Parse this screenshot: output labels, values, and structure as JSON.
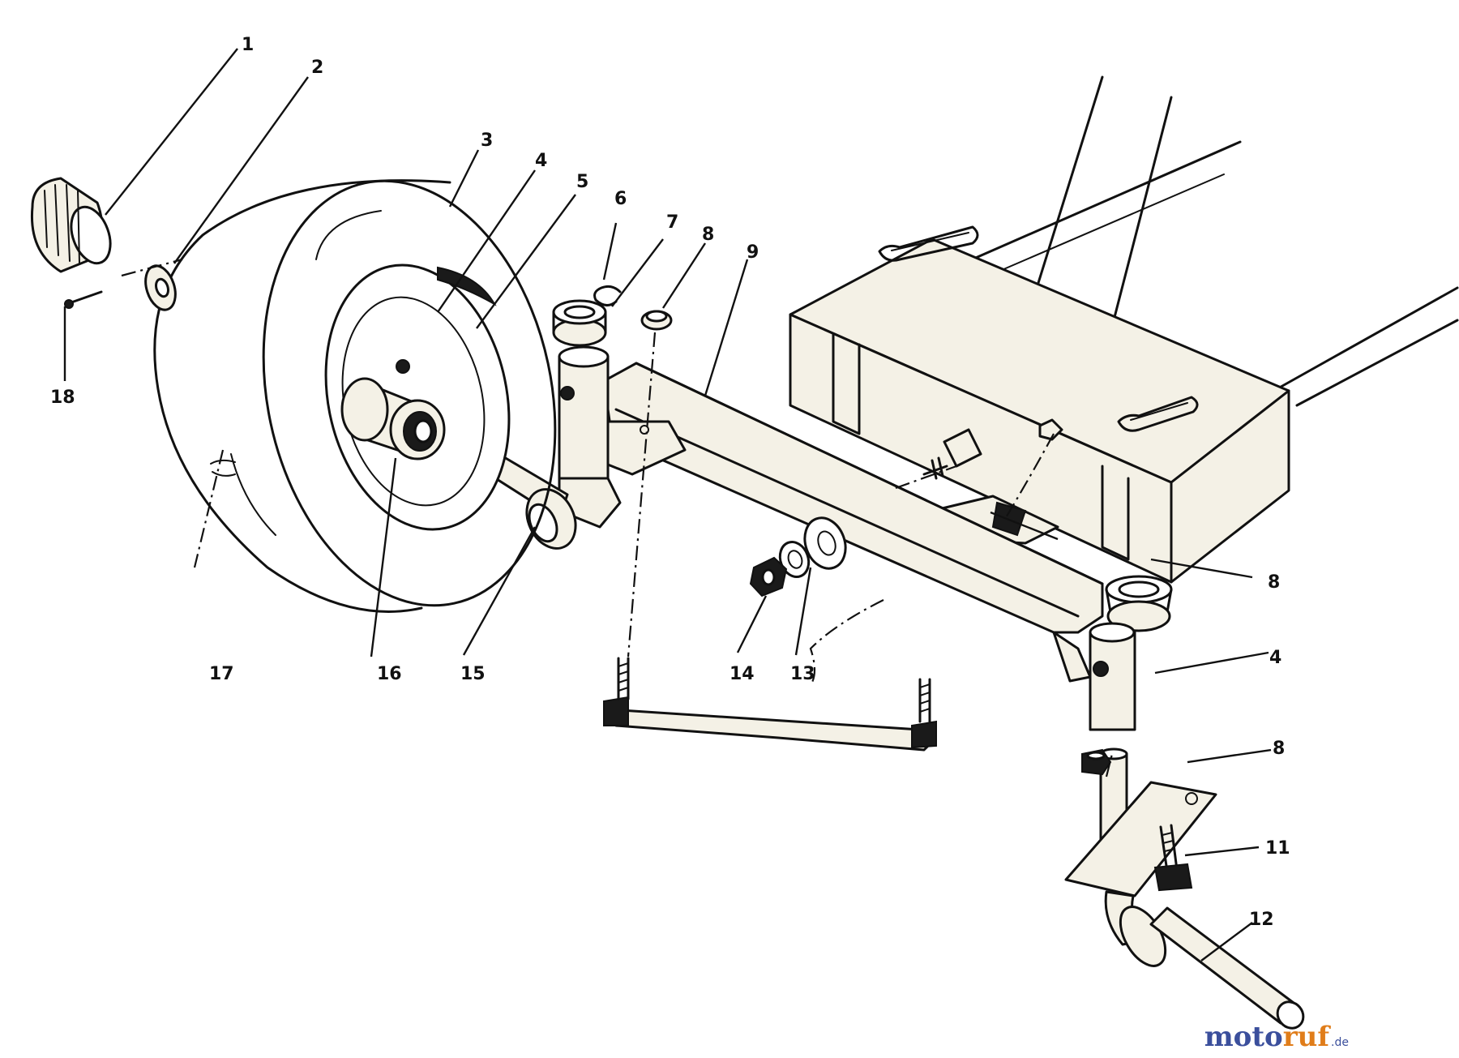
{
  "diagram": {
    "callouts": {
      "c1": "1",
      "c2": "2",
      "c3": "3",
      "c4a": "4",
      "c5": "5",
      "c6": "6",
      "c7": "7",
      "c8a": "8",
      "c9": "9",
      "c18": "18",
      "c8b": "8",
      "c4b": "4",
      "c8c": "8",
      "c11": "11",
      "c12": "12",
      "c17": "17",
      "c16": "16",
      "c15": "15",
      "c14": "14",
      "c13": "13"
    },
    "ink_color": "#111111"
  },
  "watermark": {
    "part1": "moto",
    "part2": "ruf",
    "suffix": ".de",
    "color_primary": "#3b4f9c",
    "color_accent": "#e07d1a"
  }
}
